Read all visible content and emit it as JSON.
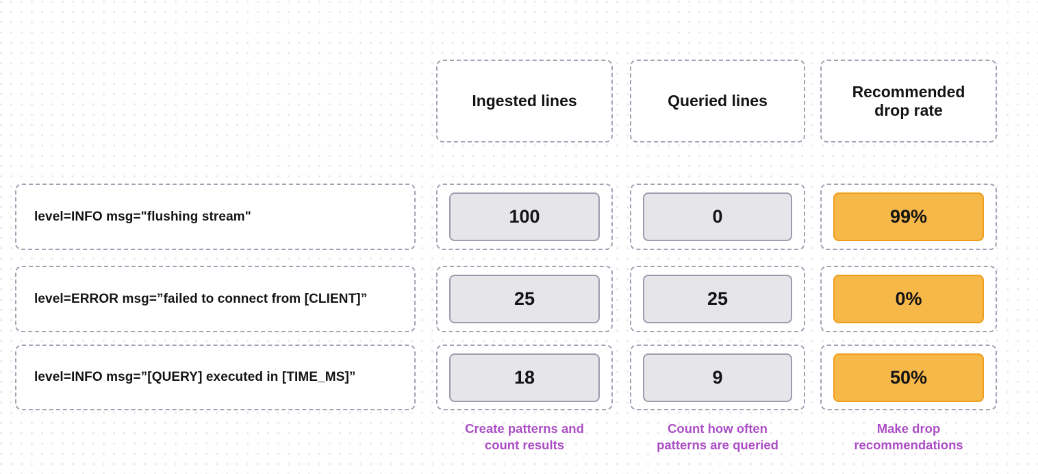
{
  "diagram": {
    "description_colors": {
      "accent_orange_fill": "#F7B84A",
      "accent_orange_border": "#EE9D1C",
      "gray_chip_fill": "#E6E6EA",
      "gray_chip_border": "#9B9DAD",
      "dashed_border": "#A0A3B3",
      "caption_purple": "#AB4EC5",
      "background_dot": "#ECECF0",
      "text": "#141414"
    },
    "columns": [
      {
        "label": "Ingested lines",
        "caption": "Create patterns and count results"
      },
      {
        "label": "Queried lines",
        "caption": "Count how often patterns are queried"
      },
      {
        "label": "Recommended drop rate",
        "caption": "Make drop recommendations"
      }
    ],
    "rows": [
      {
        "pattern": "level=INFO msg=\"flushing stream\"",
        "ingested": "100",
        "queried": "0",
        "drop_rate": "99%"
      },
      {
        "pattern": "level=ERROR msg=”failed to connect from [CLIENT]”",
        "ingested": "25",
        "queried": "25",
        "drop_rate": "0%"
      },
      {
        "pattern": "level=INFO msg=”[QUERY] executed in [TIME_MS]”",
        "ingested": "18",
        "queried": "9",
        "drop_rate": "50%"
      }
    ]
  }
}
